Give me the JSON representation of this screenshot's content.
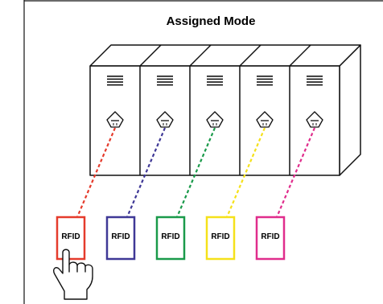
{
  "title": "Assigned Mode",
  "lockers": [
    {
      "id": "locker-1",
      "link_color": "#e53b2c"
    },
    {
      "id": "locker-2",
      "link_color": "#3f3896"
    },
    {
      "id": "locker-3",
      "link_color": "#1a9a4a"
    },
    {
      "id": "locker-4",
      "link_color": "#f5e11a"
    },
    {
      "id": "locker-5",
      "link_color": "#e02d8c"
    }
  ],
  "rfid_cards": [
    {
      "label": "RFID",
      "color": "#e53b2c"
    },
    {
      "label": "RFID",
      "color": "#3f3896"
    },
    {
      "label": "RFID",
      "color": "#1a9a4a"
    },
    {
      "label": "RFID",
      "color": "#f5e11a"
    },
    {
      "label": "RFID",
      "color": "#e02d8c"
    }
  ],
  "icons": {
    "lock": "lock-icon",
    "hand": "hand-pointer-icon"
  }
}
